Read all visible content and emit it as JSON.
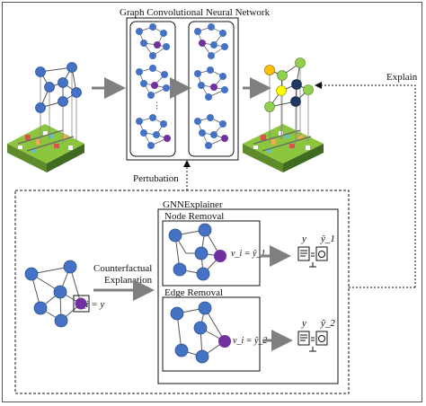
{
  "title": "Graph Convolutional Neural Network",
  "perturbation_label": "Pertubation",
  "explain_label": "Explain",
  "gnnexplainer": {
    "title": "GNNExplainer",
    "node_removal": {
      "title": "Node Removal",
      "node_label": "v_i = ŷ_1",
      "out_y": "y",
      "out_yhat": "ŷ_1"
    },
    "edge_removal": {
      "title": "Edge Removal",
      "node_label": "v_i = ŷ_2",
      "out_y": "y",
      "out_yhat": "ŷ_2"
    }
  },
  "counterfactual": {
    "line1": "Counterfactual",
    "line2": "Explanation"
  },
  "input_node_label": "v_i = y",
  "colors": {
    "node_blue": "#4472c4",
    "node_purple": "#7030a0",
    "node_green": "#92d050",
    "node_yellow": "#ffff00",
    "node_orange": "#ffc000",
    "node_navy": "#1f3864",
    "arrow_gray": "#7f7f7f"
  }
}
